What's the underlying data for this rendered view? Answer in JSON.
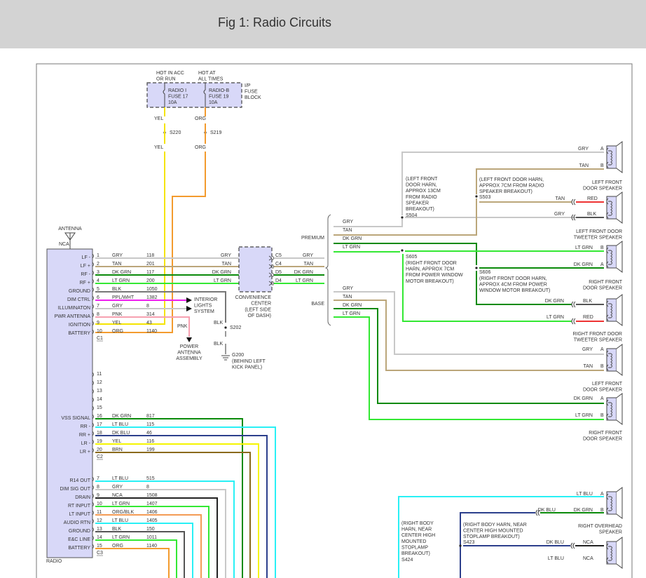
{
  "header": {
    "title": "Fig 1: Radio Circuits"
  },
  "fuse_block": {
    "label": [
      "I/P",
      "FUSE",
      "BLOCK"
    ],
    "feeds": [
      {
        "caption": [
          "HOT IN ACC",
          "OR RUN"
        ],
        "fuse": [
          "RADIO I",
          "FUSE 17",
          "10A"
        ],
        "wire": "YEL",
        "splice": "S220",
        "color": "#f5e400"
      },
      {
        "caption": [
          "HOT AT",
          "ALL TIMES"
        ],
        "fuse": [
          "RADIO-B",
          "FUSE 19",
          "10A"
        ],
        "wire": "ORG",
        "splice": "S219",
        "color": "#f39b2e"
      }
    ]
  },
  "antenna": {
    "label": "ANTENNA",
    "nca": "NCA"
  },
  "radio": {
    "name": "RADIO",
    "connectors": [
      {
        "id": "C1",
        "pins": [
          {
            "pin": "1",
            "func": "LF -",
            "wire": "GRY",
            "circuit": "118",
            "color": "#c8c8c8"
          },
          {
            "pin": "2",
            "func": "LF +",
            "wire": "TAN",
            "circuit": "201",
            "color": "#bba67a"
          },
          {
            "pin": "3",
            "func": "RF -",
            "wire": "DK GRN",
            "circuit": "117",
            "color": "#0a8a0a"
          },
          {
            "pin": "4",
            "func": "RF +",
            "wire": "LT GRN",
            "circuit": "200",
            "color": "#33e833"
          },
          {
            "pin": "5",
            "func": "GROUND",
            "wire": "BLK",
            "circuit": "1050",
            "color": "#777777"
          },
          {
            "pin": "6",
            "func": "DIM CTRL",
            "wire": "PPL/WHT",
            "circuit": "1382",
            "color": "#ee1fee"
          },
          {
            "pin": "7",
            "func": "ILLUMINATON",
            "wire": "GRY",
            "circuit": "8",
            "color": "#c8c8c8"
          },
          {
            "pin": "8",
            "func": "PWR ANTENNA",
            "wire": "PNK",
            "circuit": "314",
            "color": "#f7a0b0"
          },
          {
            "pin": "9",
            "func": "IGNITION",
            "wire": "YEL",
            "circuit": "43",
            "color": "#f5e400"
          },
          {
            "pin": "10",
            "func": "BATTERY",
            "wire": "ORG",
            "circuit": "1140",
            "color": "#f39b2e"
          }
        ]
      },
      {
        "id": "C2",
        "pins": [
          {
            "pin": "11",
            "func": "",
            "wire": "",
            "circuit": "",
            "color": ""
          },
          {
            "pin": "12",
            "func": "",
            "wire": "",
            "circuit": "",
            "color": ""
          },
          {
            "pin": "13",
            "func": "",
            "wire": "",
            "circuit": "",
            "color": ""
          },
          {
            "pin": "14",
            "func": "",
            "wire": "",
            "circuit": "",
            "color": ""
          },
          {
            "pin": "15",
            "func": "",
            "wire": "",
            "circuit": "",
            "color": ""
          },
          {
            "pin": "16",
            "func": "VSS SIGNAL",
            "wire": "DK GRN",
            "circuit": "817",
            "color": "#0a8a0a"
          },
          {
            "pin": "17",
            "func": "RR -",
            "wire": "LT BLU",
            "circuit": "115",
            "color": "#29f0f5"
          },
          {
            "pin": "18",
            "func": "RR +",
            "wire": "DK BLU",
            "circuit": "46",
            "color": "#2c3f8c"
          },
          {
            "pin": "19",
            "func": "LR -",
            "wire": "YEL",
            "circuit": "116",
            "color": "#f5f500"
          },
          {
            "pin": "20",
            "func": "LR +",
            "wire": "BRN",
            "circuit": "199",
            "color": "#8a6a1c"
          }
        ]
      },
      {
        "id": "C3",
        "pins": [
          {
            "pin": "7",
            "func": "R14 OUT",
            "wire": "LT BLU",
            "circuit": "515",
            "color": "#29f0f5"
          },
          {
            "pin": "8",
            "func": "DIM SIG OUT",
            "wire": "GRY",
            "circuit": "8",
            "color": "#c8c8c8"
          },
          {
            "pin": "9",
            "func": "DRAIN",
            "wire": "NCA",
            "circuit": "1508",
            "color": "#222222"
          },
          {
            "pin": "10",
            "func": "RT INPUT",
            "wire": "LT GRN",
            "circuit": "1407",
            "color": "#33e833"
          },
          {
            "pin": "11",
            "func": "LT INPUT",
            "wire": "ORG/BLK",
            "circuit": "1406",
            "color": "#f39b55"
          },
          {
            "pin": "12",
            "func": "AUDIO RTN",
            "wire": "LT BLU",
            "circuit": "1405",
            "color": "#29f0f5"
          },
          {
            "pin": "13",
            "func": "GROUND",
            "wire": "BLK",
            "circuit": "150",
            "color": "#555555"
          },
          {
            "pin": "14",
            "func": "E&C LINE",
            "wire": "LT GRN",
            "circuit": "1011",
            "color": "#33e833"
          },
          {
            "pin": "15",
            "func": "BATTERY",
            "wire": "ORG",
            "circuit": "1140",
            "color": "#f39b2e"
          }
        ]
      }
    ]
  },
  "interior_lights": [
    "INTERIOR",
    "LIGHTS",
    "SYSTEM"
  ],
  "power_antenna": {
    "wire": "PNK",
    "label": [
      "POWER",
      "ANTENNA",
      "ASSEMBLY"
    ]
  },
  "ground": {
    "wire_upper": "BLK",
    "wire_lower": "BLK",
    "splice": "S202",
    "ground": "G200",
    "location": [
      "(BEHIND LEFT",
      "KICK PANEL)"
    ]
  },
  "convenience_center": {
    "label": [
      "CONVENIENCE",
      "CENTER",
      "(LEFT SIDE",
      "OF DASH)"
    ],
    "pins": [
      {
        "pin": "C5",
        "wire_in": "GRY",
        "wire_out": "GRY"
      },
      {
        "pin": "C4",
        "wire_in": "TAN",
        "wire_out": "TAN"
      },
      {
        "pin": "D5",
        "wire_in": "DK GRN",
        "wire_out": "DK GRN"
      },
      {
        "pin": "D4",
        "wire_in": "LT GRN",
        "wire_out": "LT GRN"
      }
    ]
  },
  "branches": {
    "premium": {
      "label": "PREMIUM",
      "wires": [
        "GRY",
        "TAN",
        "DK GRN",
        "LT GRN"
      ]
    },
    "base": {
      "label": "BASE",
      "wires": [
        "GRY",
        "TAN",
        "DK GRN",
        "LT GRN"
      ]
    }
  },
  "splices": [
    {
      "id": "S504",
      "note": [
        "(LEFT FRONT",
        "DOOR HARN,",
        "APPROX 13CM",
        "FROM RADIO",
        "SPEAKER",
        "BREAKOUT)"
      ]
    },
    {
      "id": "S503",
      "note": [
        "(LEFT FRONT DOOR HARN,",
        "APPROX 7CM FROM RADIO",
        "SPEAKER BREAKOUT)"
      ]
    },
    {
      "id": "S605",
      "note": [
        "(RIGHT FRONT DOOR",
        "HARN, APPROX 7CM",
        "FROM POWER WINDOW",
        "MOTOR BREAKOUT)"
      ]
    },
    {
      "id": "S606",
      "note": [
        "(RIGHT FRONT DOOR HARN,",
        "APPROX 4CM FROM POWER",
        "WINDOW MOTOR BREAKOUT)"
      ]
    },
    {
      "id": "S423",
      "note": [
        "(RIGHT BODY HARN, NEAR",
        "CENTER HIGH MOUNTED",
        "STOPLAMP BREAKOUT)"
      ]
    },
    {
      "id": "S424",
      "note": [
        "(RIGHT BODY",
        "HARN, NEAR",
        "CENTER HIGH",
        "MOUNTED",
        "STOPLAMP",
        "BREAKOUT)"
      ]
    }
  ],
  "speakers": [
    {
      "name": [
        "LEFT FRONT",
        "DOOR SPEAKER"
      ],
      "terminals": [
        {
          "pin": "A",
          "wire": "GRY"
        },
        {
          "pin": "B",
          "wire": "TAN"
        }
      ]
    },
    {
      "name": [
        "LEFT FRONT DOOR",
        "TWEETER SPEAKER"
      ],
      "terminals": [
        {
          "pin": "",
          "wire": "TAN",
          "lead": "RED"
        },
        {
          "pin": "",
          "wire": "GRY",
          "lead": "BLK"
        }
      ]
    },
    {
      "name": [
        "RIGHT FRONT",
        "DOOR SPEAKER"
      ],
      "terminals": [
        {
          "pin": "B",
          "wire": "LT GRN"
        },
        {
          "pin": "A",
          "wire": "DK GRN"
        }
      ]
    },
    {
      "name": [
        "RIGHT FRONT DOOR",
        "TWEETER SPEAKER"
      ],
      "terminals": [
        {
          "pin": "",
          "wire": "DK GRN",
          "lead": "BLK"
        },
        {
          "pin": "",
          "wire": "LT GRN",
          "lead": "RED"
        }
      ]
    },
    {
      "name": [
        "LEFT FRONT",
        "DOOR SPEAKER"
      ],
      "terminals": [
        {
          "pin": "A",
          "wire": "GRY"
        },
        {
          "pin": "B",
          "wire": "TAN"
        }
      ]
    },
    {
      "name": [
        "RIGHT FRONT",
        "DOOR SPEAKER"
      ],
      "terminals": [
        {
          "pin": "A",
          "wire": "DK GRN"
        },
        {
          "pin": "B",
          "wire": "LT GRN"
        }
      ]
    },
    {
      "name": [
        "RIGHT OVERHEAD",
        "SPEAKER"
      ],
      "terminals": [
        {
          "pin": "A",
          "wire": "LT BLU"
        },
        {
          "pin": "B",
          "wire": "DK BLU",
          "lead": "DK GRN"
        }
      ]
    },
    {
      "name": [],
      "terminals": [
        {
          "pin": "",
          "wire": "DK BLU",
          "lead": "NCA"
        },
        {
          "pin": "",
          "wire": "LT BLU",
          "lead": "NCA"
        }
      ]
    }
  ],
  "colors": {
    "component_fill": "#d8d8f8",
    "outline": "#555555",
    "gry": "#c8c8c8",
    "tan": "#bba67a",
    "dk_grn": "#0a8a0a",
    "lt_grn": "#33e833",
    "red": "#ee3333",
    "blk": "#555555",
    "lt_blu": "#29f0f5",
    "dk_blu": "#2c3f8c",
    "yel": "#f5e400",
    "org": "#f39b2e",
    "pnk": "#f7a0b0",
    "ppl": "#ee1fee",
    "brn": "#8a6a1c"
  }
}
